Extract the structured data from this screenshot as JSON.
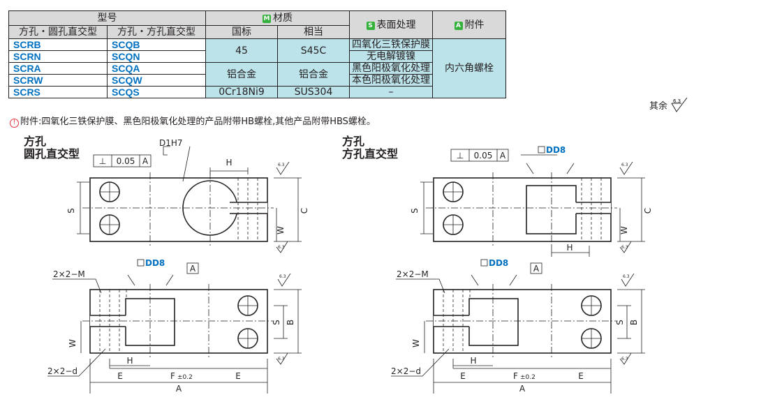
{
  "table": {
    "header": {
      "model": "型号",
      "material": "材质",
      "material_badge": "M",
      "surface": "表面处理",
      "surface_badge": "S",
      "accessory": "附件",
      "accessory_badge": "A",
      "col_round": "方孔・圆孔直交型",
      "col_square": "方孔・方孔直交型",
      "col_gb": "国标",
      "col_equiv": "相当"
    },
    "rows": [
      {
        "round": "SCRB",
        "square": "SCQB"
      },
      {
        "round": "SCRN",
        "square": "SCQN"
      },
      {
        "round": "SCRA",
        "square": "SCQA"
      },
      {
        "round": "SCRW",
        "square": "SCQW"
      },
      {
        "round": "SCRS",
        "square": "SCQS"
      }
    ],
    "materials": [
      {
        "gb": "45",
        "equiv": "S45C"
      },
      {
        "gb": "铝合金",
        "equiv": "铝合金"
      },
      {
        "gb": "0Cr18Ni9",
        "equiv": "SUS304"
      }
    ],
    "surfaces": [
      "四氧化三铁保护膜",
      "无电解镀镍",
      "黑色阳极氧化处理",
      "本色阳极氧化处理",
      "–"
    ],
    "accessory_value": "内六角螺栓"
  },
  "note": "附件:四氧化三铁保护膜、黑色阳极氧化处理的产品附带HB螺栓,其他产品附带HBS螺栓。",
  "note_icon": "warning-icon",
  "others_label": "其余",
  "roughness": "6.3",
  "views": {
    "left_title_1": "方孔",
    "left_title_2": "圆孔直交型",
    "right_title_1": "方孔",
    "right_title_2": "方孔直交型"
  },
  "tolerance": {
    "symbol": "⊥",
    "value": "0.05",
    "datum": "A"
  },
  "dims": {
    "D1": "D1H7",
    "DD8": "DD8",
    "H": "H",
    "S": "S",
    "C": "C",
    "W": "W",
    "B": "B",
    "E": "E",
    "F": "F",
    "F_tol": "±0.2",
    "A": "A",
    "M": "2×2−M",
    "d": "2×2−d",
    "datum_A": "A"
  },
  "colors": {
    "accent_blue": "#0070c0",
    "table_fill": "#bde3ea",
    "header_fill": "#d9d9d9",
    "badge_green": "#33b13b"
  }
}
